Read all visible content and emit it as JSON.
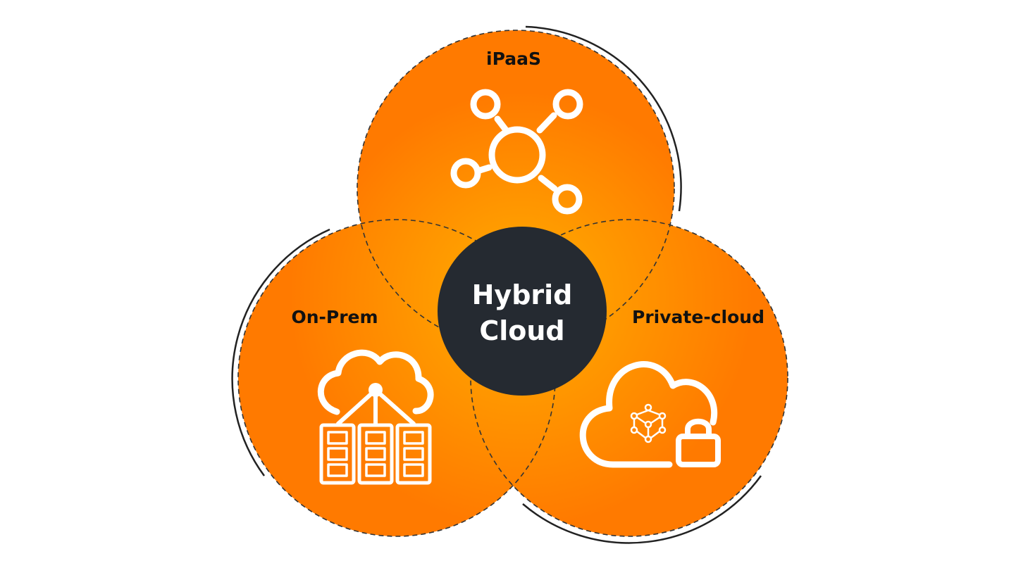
{
  "diagram": {
    "center": {
      "line1": "Hybrid",
      "line2": "Cloud"
    },
    "circles": [
      {
        "label": "iPaaS",
        "icon": "network-hub-icon"
      },
      {
        "label": "On-Prem",
        "icon": "cloud-servers-icon"
      },
      {
        "label": "Private-cloud",
        "icon": "secure-cloud-icon"
      }
    ],
    "colors": {
      "orange_light": "#ffad00",
      "orange_dark": "#ff7a00",
      "center_fill": "#252a31",
      "outline": "#333333",
      "icon_stroke": "#ffffff"
    }
  }
}
